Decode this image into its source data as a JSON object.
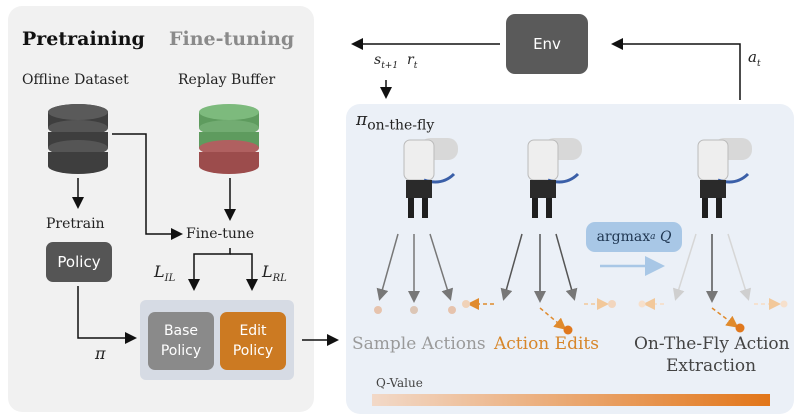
{
  "pretraining": {
    "title": "Pretraining",
    "dataset_label": "Offline Dataset",
    "pretrain_label": "Pretrain",
    "policy_label": "Policy",
    "pi_label": "π"
  },
  "finetuning": {
    "title": "Fine-tuning",
    "buffer_label": "Replay Buffer",
    "finetune_label": "Fine-tune",
    "loss_il": {
      "base": "L",
      "sub": "IL"
    },
    "loss_rl": {
      "base": "L",
      "sub": "RL"
    },
    "base_policy_label": "Base Policy",
    "edit_policy_label": "Edit Policy"
  },
  "env": {
    "label": "Env",
    "state": {
      "s": "s",
      "s_sub": "t+1",
      "r": "r",
      "r_sub": "t"
    },
    "action": {
      "a": "a",
      "a_sub": "t"
    }
  },
  "onthefly": {
    "pi_label": "π",
    "pi_sub": "on-the-fly",
    "argmax_label": "argmax",
    "argmax_sub": "a",
    "argmax_q": "Q",
    "sample_actions_label": "Sample Actions",
    "action_edits_label": "Action Edits",
    "extraction_line1": "On-The-Fly Action",
    "extraction_line2": "Extraction",
    "qvalue_label": "Q-Value"
  },
  "colors": {
    "panel_left": "#f1f1f1",
    "panel_right": "#ebf0f7",
    "dark_box": "#555555",
    "base_policy": "#8a8a8a",
    "edit_policy": "#cc7a22",
    "orange_text": "#d7862a",
    "gray_text": "#9a9a9a",
    "argmax_box": "#a8c7e6",
    "buffer_green": "#6aa56a",
    "buffer_red": "#a85555"
  }
}
